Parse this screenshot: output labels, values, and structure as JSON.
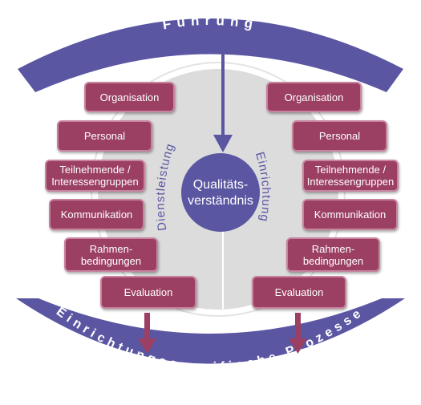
{
  "top_band": {
    "label": "Führung"
  },
  "bottom_band": {
    "label": "Einrichtungsspezifische Prozesse"
  },
  "core": {
    "label": "Qualitäts-\nverständnis"
  },
  "left_side": {
    "label": "Dienstleistung",
    "items": [
      {
        "label": "Organisation"
      },
      {
        "label": "Personal"
      },
      {
        "label": "Teilnehmende /\nInteressengruppen"
      },
      {
        "label": "Kommunikation"
      },
      {
        "label": "Rahmen-\nbedingungen"
      },
      {
        "label": "Evaluation"
      }
    ]
  },
  "right_side": {
    "label": "Einrichtung",
    "items": [
      {
        "label": "Organisation"
      },
      {
        "label": "Personal"
      },
      {
        "label": "Teilnehmende /\nInteressengruppen"
      },
      {
        "label": "Kommunikation"
      },
      {
        "label": "Rahmen-\nbedingungen"
      },
      {
        "label": "Evaluation"
      }
    ]
  },
  "colors": {
    "band": "#5a56a2",
    "box": "#9b3f63",
    "box_border": "#c8849f",
    "arrow_down": "#9b3f63",
    "core": "#5a56a2",
    "disc": "#dcdcdc"
  }
}
